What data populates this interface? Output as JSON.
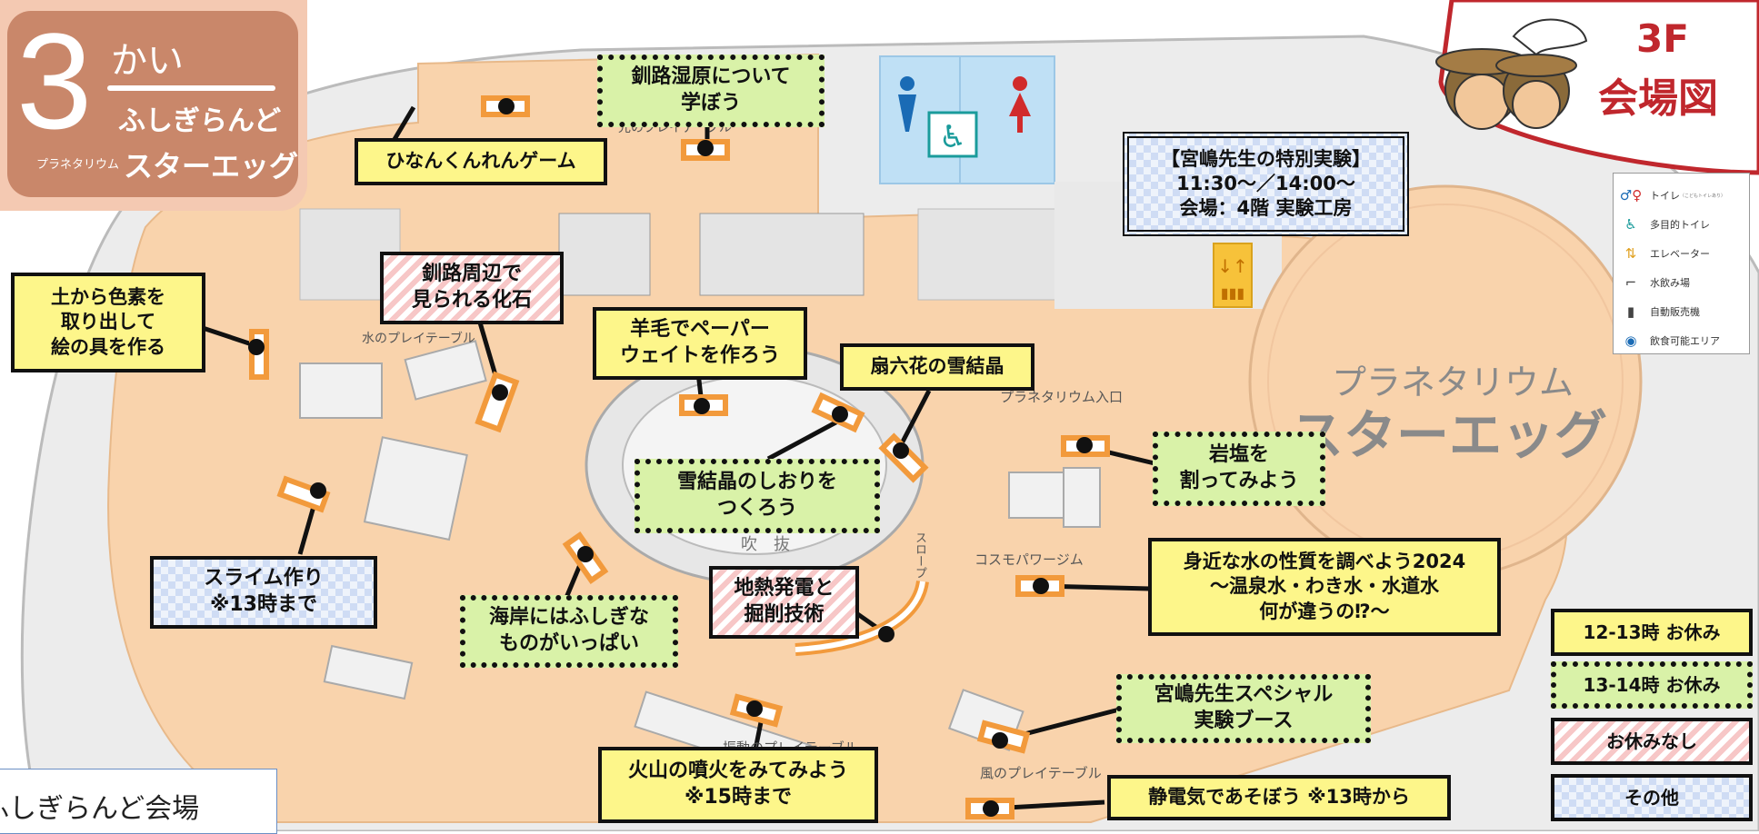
{
  "floor_badge": {
    "number": "3",
    "word": "かい",
    "subtitle": "ふしぎらんど",
    "small": "プラネタリウム",
    "brand": "スターエッグ"
  },
  "corner_title": {
    "line1": "3F",
    "line2": "会場図"
  },
  "bottom_tab": "ふしぎらんど会場",
  "legend": [
    {
      "icon": "restroom-icon",
      "label": "トイレ",
      "sub": "（こどもトイレあり）"
    },
    {
      "icon": "wheelchair-icon",
      "label": "多目的トイレ"
    },
    {
      "icon": "elevator-icon",
      "label": "エレベーター"
    },
    {
      "icon": "drinking-fountain-icon",
      "label": "水飲み場"
    },
    {
      "icon": "vending-machine-icon",
      "label": "自動販売機"
    },
    {
      "icon": "eating-area-icon",
      "label": "飲食可能エリア"
    }
  ],
  "key": [
    {
      "type": "yellow",
      "label": "12-13時 お休み"
    },
    {
      "type": "green",
      "label": "13-14時 お休み"
    },
    {
      "type": "pink",
      "label": "お休みなし"
    },
    {
      "type": "check",
      "label": "その他"
    }
  ],
  "booths": [
    {
      "id": "hinan",
      "type": "yellow",
      "text": "ひなんくんれんゲーム"
    },
    {
      "id": "kushiro-wetland",
      "type": "green",
      "text": "釧路湿原について\n学ぼう"
    },
    {
      "id": "special",
      "type": "double",
      "text": "【宮嶋先生の特別実験】\n11:30～／14:00～\n会場：4階 実験工房"
    },
    {
      "id": "pigment",
      "type": "yellow",
      "text": "土から色素を\n取り出して\n絵の具を作る"
    },
    {
      "id": "fossil",
      "type": "pink",
      "text": "釧路周辺で\n見られる化石"
    },
    {
      "id": "felt",
      "type": "yellow",
      "text": "羊毛でペーパー\nウェイトを作ろう"
    },
    {
      "id": "snowflake",
      "type": "yellow",
      "text": "扇六花の雪結晶"
    },
    {
      "id": "bookmark",
      "type": "green",
      "text": "雪結晶のしおりを\nつくろう"
    },
    {
      "id": "rocksalt",
      "type": "green",
      "text": "岩塩を\n割ってみよう"
    },
    {
      "id": "slime",
      "type": "check",
      "text": "スライム作り\n※13時まで"
    },
    {
      "id": "coast",
      "type": "green",
      "text": "海岸にはふしぎな\nものがいっぱい"
    },
    {
      "id": "geothermal",
      "type": "pink",
      "text": "地熱発電と\n掘削技術"
    },
    {
      "id": "water",
      "type": "yellow",
      "text": "身近な水の性質を調べよう2024\n～温泉水・わき水・水道水\n何が違うの⁉～"
    },
    {
      "id": "miyajima",
      "type": "green",
      "text": "宮嶋先生スペシャル\n実験ブース"
    },
    {
      "id": "volcano",
      "type": "yellow",
      "text": "火山の噴火をみてみよう\n※15時まで"
    },
    {
      "id": "static",
      "type": "yellow",
      "text": "静電気であそぼう ※13時から"
    }
  ],
  "map_labels": {
    "water_table": "水のプレイテーブル",
    "light_table": "光のプレイテーブル",
    "planetarium_entrance": "プラネタリウム入口",
    "cosmo": "コスモパワージム",
    "wind_table": "風のプレイテーブル",
    "vibration_table": "振動のプレイテーブル",
    "slope": "スロープ",
    "atrium": "吹　抜",
    "planetarium_name1": "プラネタリウム",
    "planetarium_name2": "スターエッグ"
  },
  "colors": {
    "floor": "#f9d3ac",
    "wall_gray": "#e6e6e6",
    "restroom_blue": "#bfe0f5",
    "accent_orange": "#f29a3c",
    "badge_brown": "#c9876a",
    "corner_red": "#c0272d",
    "yellow": "#fdf68a",
    "green": "#d9f2a8",
    "pink": "#f7c7c7"
  }
}
